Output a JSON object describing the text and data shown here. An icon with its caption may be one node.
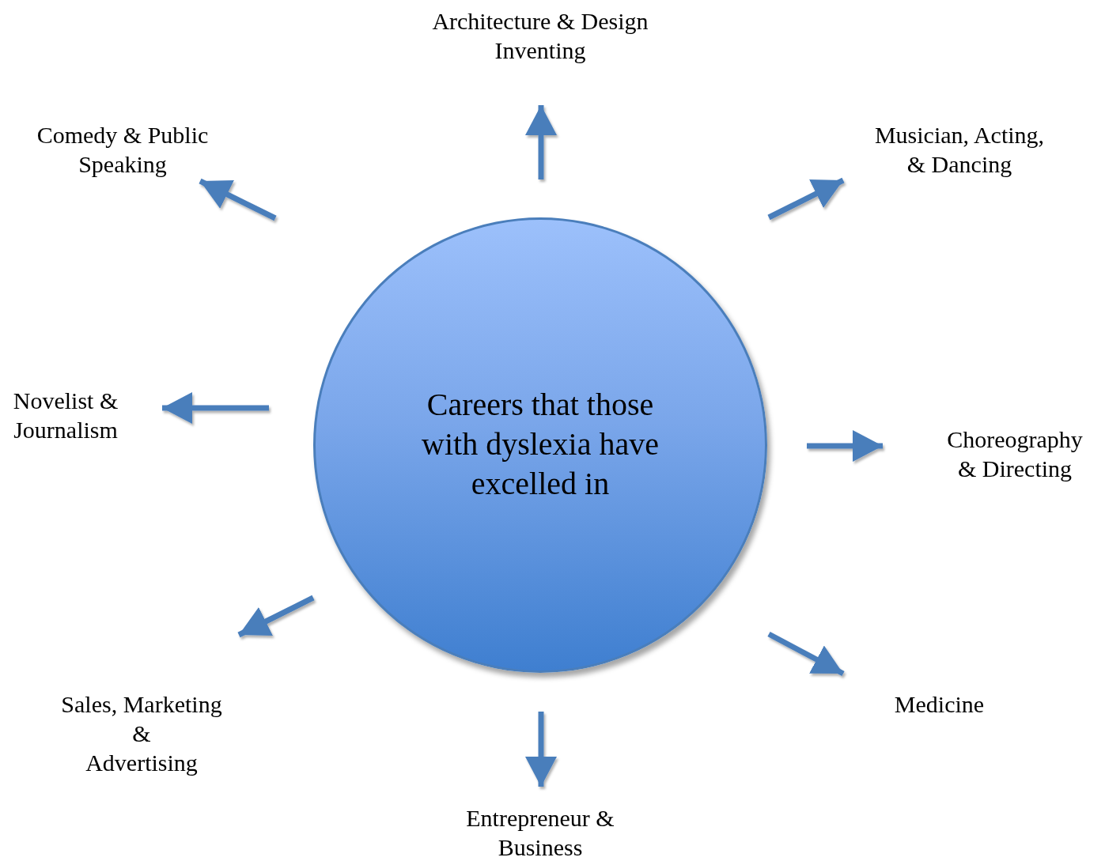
{
  "diagram": {
    "nodes": [
      {
        "text": [
          "Architecture & Design",
          "Inventing"
        ]
      },
      {
        "text": [
          "Comedy & Public Speaking"
        ]
      },
      {
        "text": [
          "Musician, Acting, & Dancing"
        ]
      },
      {
        "text": [
          "Novelist & Journalism"
        ]
      },
      {
        "text": [
          "Careers that those with dyslexia have excelled in"
        ]
      },
      {
        "text": [
          "Choreography & Directing"
        ]
      },
      {
        "text": [
          "Sales, Marketing",
          "&",
          "Advertising"
        ]
      },
      {
        "text": [
          "Medicine"
        ]
      },
      {
        "text": [
          "Entrepreneur & Business"
        ]
      }
    ],
    "edges": [
      {
        "from": 4,
        "to": 0,
        "arrow": "to"
      },
      {
        "from": 4,
        "to": 2,
        "arrow": "to"
      },
      {
        "from": 4,
        "to": 5,
        "arrow": "to"
      },
      {
        "from": 4,
        "to": 7,
        "arrow": "to"
      },
      {
        "from": 4,
        "to": 8,
        "arrow": "to"
      },
      {
        "from": 4,
        "to": 6,
        "arrow": "to"
      },
      {
        "from": 4,
        "to": 3,
        "arrow": "to"
      },
      {
        "from": 4,
        "to": 1,
        "arrow": "to"
      }
    ]
  }
}
